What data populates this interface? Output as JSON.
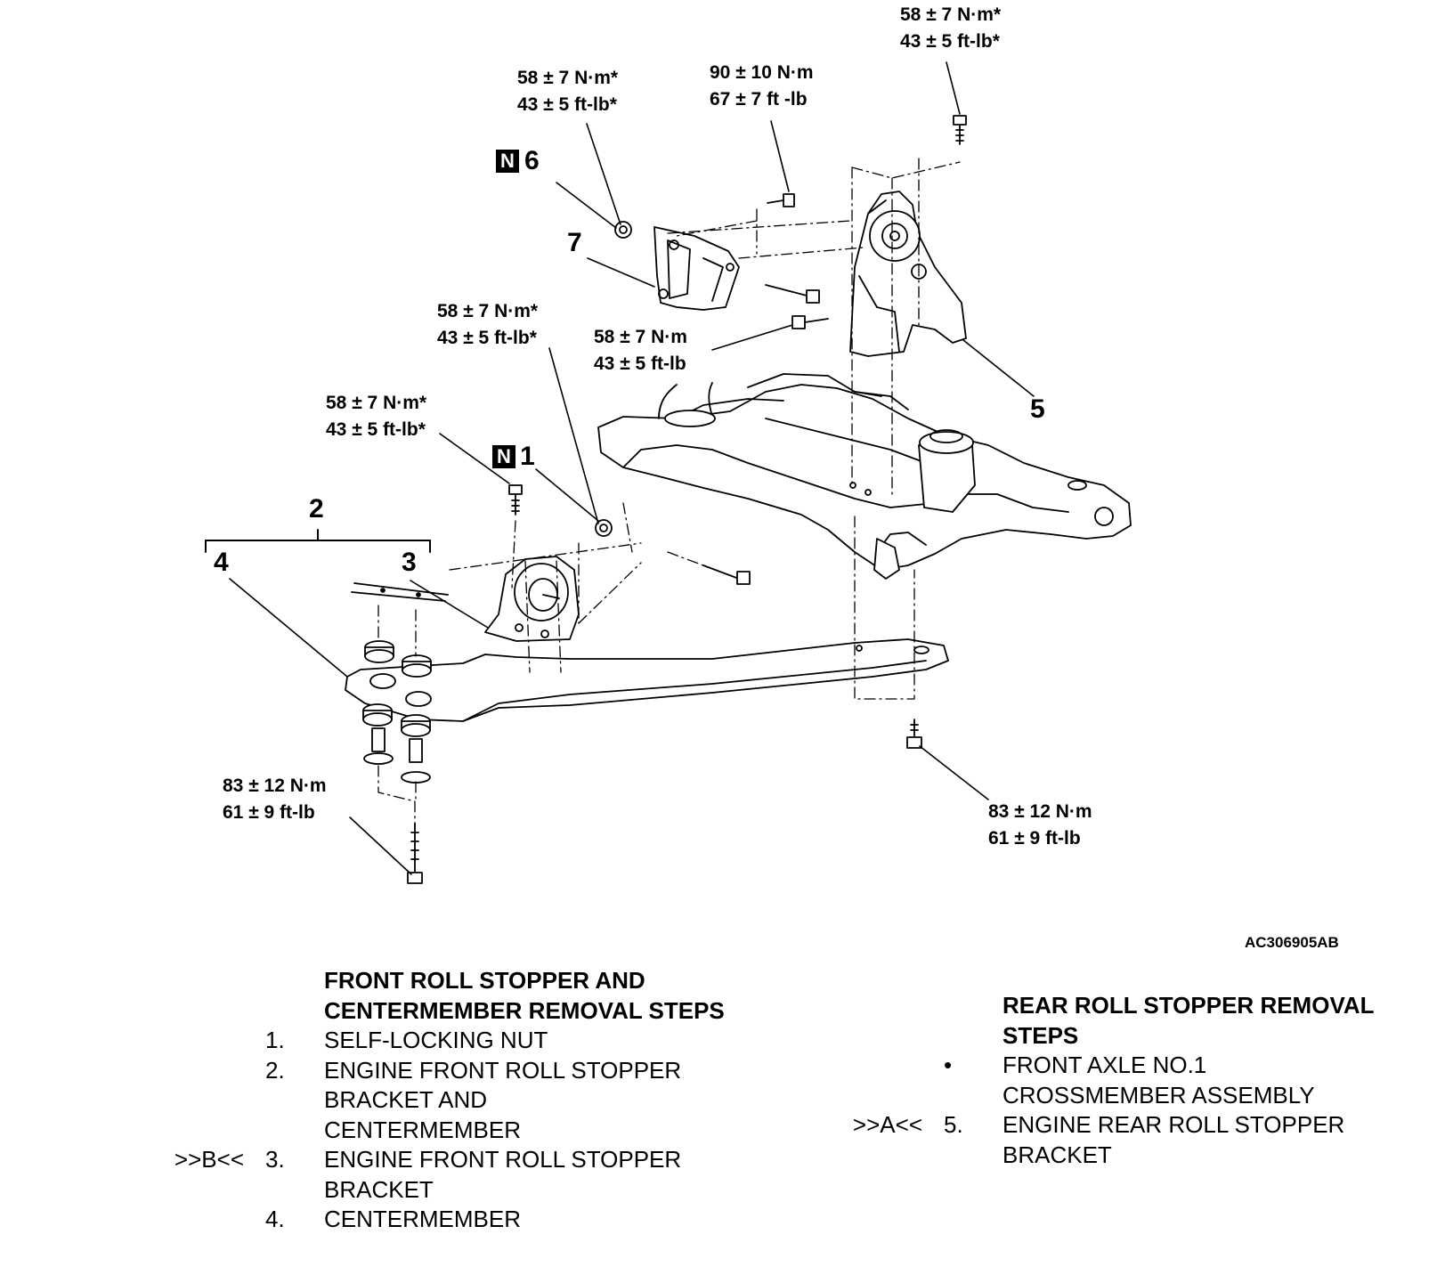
{
  "diagram": {
    "torque_labels": [
      {
        "line1": "58 ± 7 N·m*",
        "line2": "43 ± 5 ft-lb*"
      },
      {
        "line1": "58 ± 7 N·m*",
        "line2": "43 ± 5 ft-lb*"
      },
      {
        "line1": "90 ± 10 N·m",
        "line2": "67 ± 7 ft -lb"
      },
      {
        "line1": "58 ± 7 N·m*",
        "line2": "43 ± 5 ft-lb*"
      },
      {
        "line1": "58 ± 7 N·m",
        "line2": "43 ± 5 ft-lb"
      },
      {
        "line1": "58 ± 7 N·m*",
        "line2": "43 ± 5 ft-lb*"
      },
      {
        "line1": "83 ± 12 N·m",
        "line2": "61 ± 9 ft-lb"
      },
      {
        "line1": "83 ± 12 N·m",
        "line2": "61 ± 9 ft-lb"
      }
    ],
    "callouts": {
      "c1": "1",
      "c2": "2",
      "c3": "3",
      "c4": "4",
      "c5": "5",
      "c6": "6",
      "c7": "7"
    },
    "new_part_badge": "N",
    "figure_id": "AC306905AB"
  },
  "front_steps": {
    "heading": [
      "FRONT ROLL STOPPER AND",
      "CENTERMEMBER REMOVAL",
      "STEPS"
    ],
    "items": [
      {
        "mark": "",
        "num": "1.",
        "lines": [
          "SELF-LOCKING NUT"
        ]
      },
      {
        "mark": "",
        "num": "2.",
        "lines": [
          "ENGINE FRONT ROLL STOPPER",
          "BRACKET AND",
          "CENTERMEMBER"
        ]
      },
      {
        "mark": ">>B<<",
        "num": "3.",
        "lines": [
          "ENGINE FRONT ROLL STOPPER",
          "BRACKET"
        ]
      },
      {
        "mark": "",
        "num": "4.",
        "lines": [
          "CENTERMEMBER"
        ]
      }
    ]
  },
  "rear_steps": {
    "heading": [
      "REAR ROLL STOPPER",
      "REMOVAL STEPS"
    ],
    "items": [
      {
        "mark": "",
        "num": "•",
        "lines": [
          "FRONT AXLE NO.1",
          "CROSSMEMBER ASSEMBLY"
        ]
      },
      {
        "mark": ">>A<<",
        "num": "5.",
        "lines": [
          "ENGINE REAR ROLL STOPPER",
          "BRACKET"
        ]
      }
    ]
  }
}
